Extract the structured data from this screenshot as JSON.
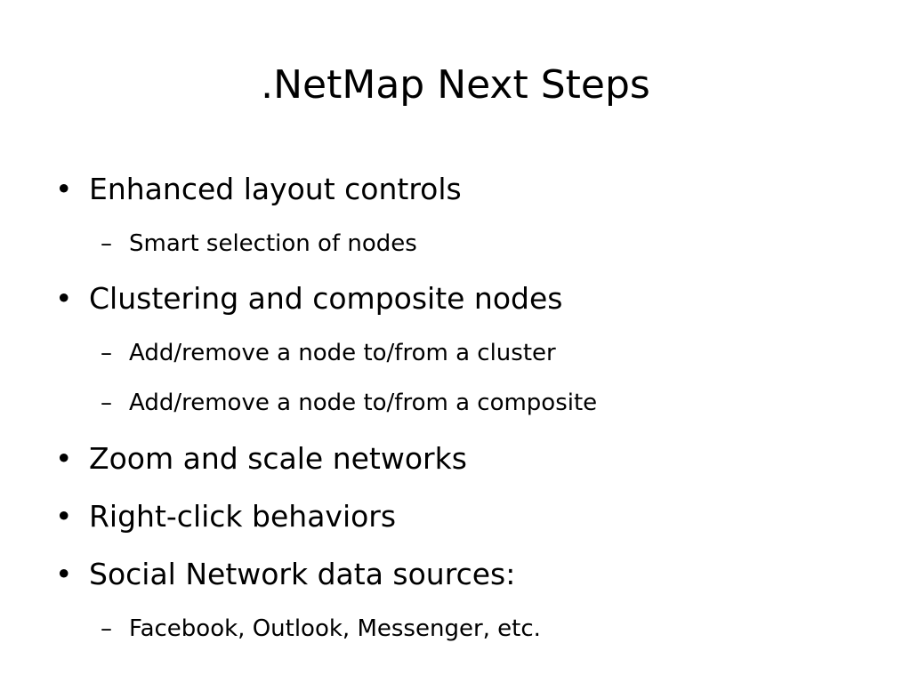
{
  "slide": {
    "title": ".NetMap Next Steps",
    "bullet_marker": "•",
    "sub_marker": "–",
    "items": [
      {
        "level": 1,
        "text": "Enhanced layout controls"
      },
      {
        "level": 2,
        "text": "Smart selection of nodes"
      },
      {
        "level": 1,
        "text": "Clustering and composite nodes"
      },
      {
        "level": 2,
        "text": "Add/remove a node to/from a cluster"
      },
      {
        "level": 2,
        "text": "Add/remove a node to/from a composite"
      },
      {
        "level": 1,
        "text": "Zoom and scale networks"
      },
      {
        "level": 1,
        "text": "Right-click behaviors"
      },
      {
        "level": 1,
        "text": "Social Network data sources:"
      },
      {
        "level": 2,
        "text": "Facebook, Outlook, Messenger, etc."
      }
    ]
  }
}
